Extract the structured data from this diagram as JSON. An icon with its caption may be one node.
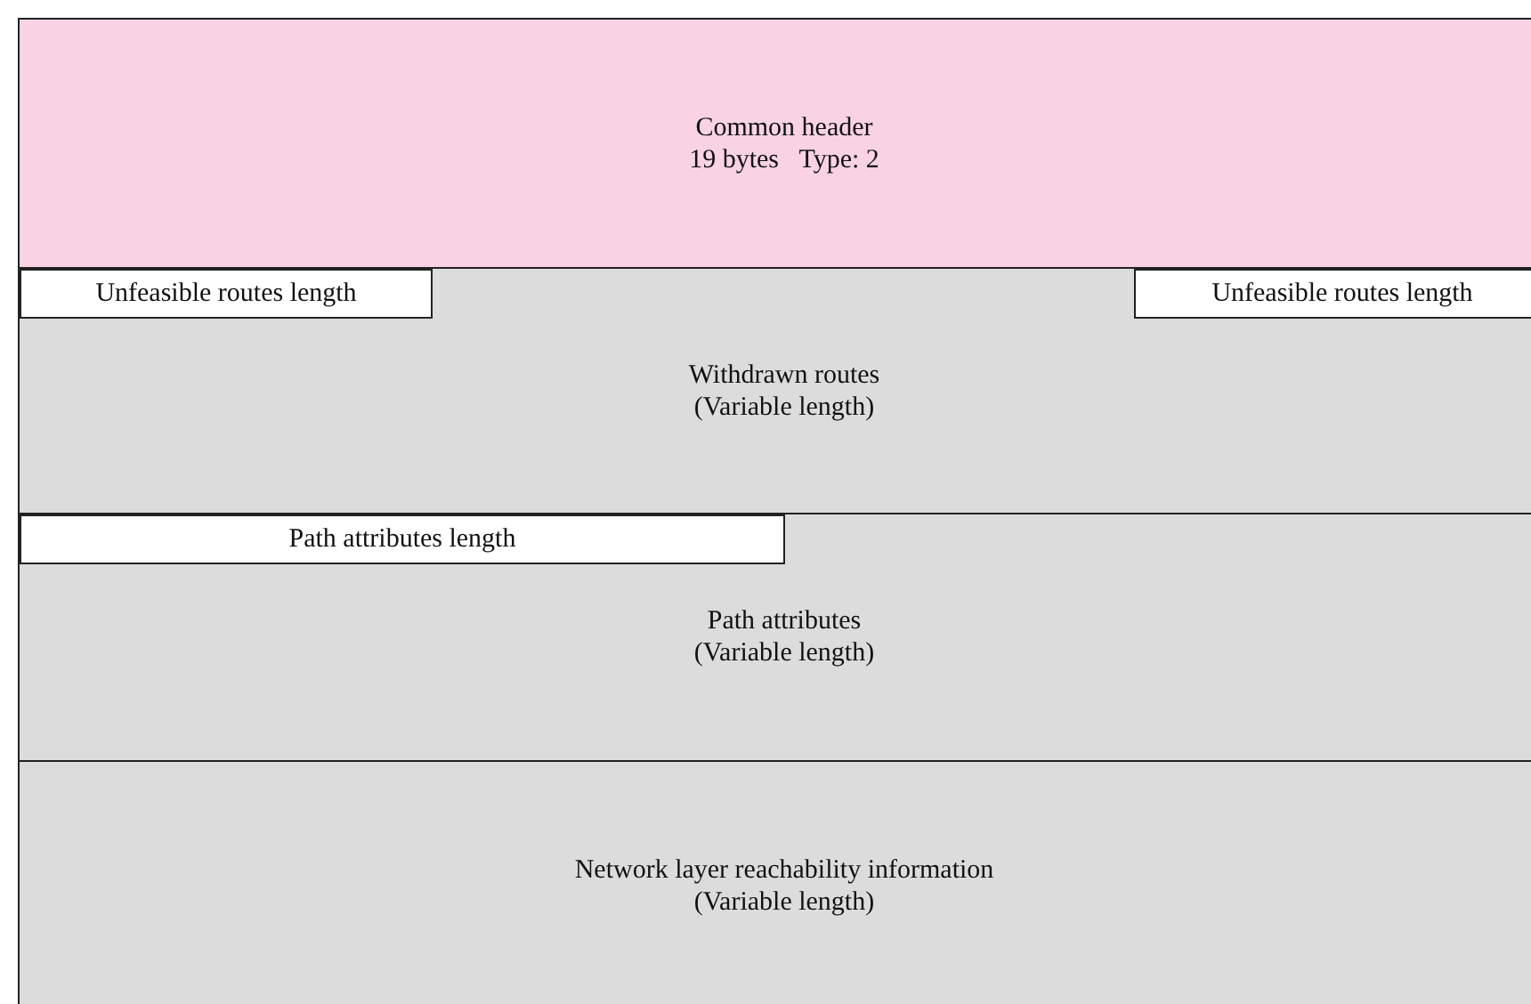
{
  "diagram": {
    "nodes": [
      {
        "text": [
          "Common header",
          "19 bytes   Type: 2"
        ]
      },
      {
        "text": [
          "Withdrawn routes",
          "(Variable length)"
        ]
      },
      {
        "text": [
          "Unfeasible routes length"
        ],
        "in": 1
      },
      {
        "text": [
          "Unfeasible routes length"
        ],
        "in": 1
      },
      {
        "text": [
          "Path attributes",
          "(Variable length)"
        ]
      },
      {
        "text": [
          "Path attributes length"
        ],
        "in": 4
      },
      {
        "text": [
          "Network layer reachability information",
          "(Variable length)"
        ]
      }
    ]
  }
}
